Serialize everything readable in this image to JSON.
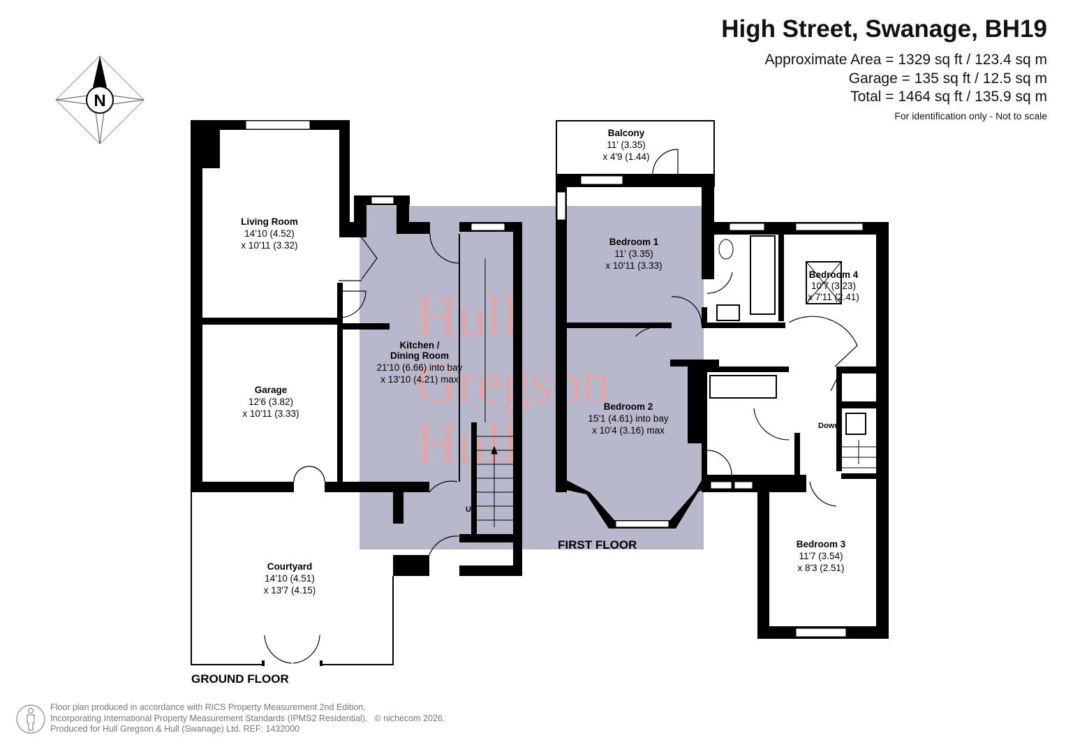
{
  "header": {
    "title": "High Street, Swanage, BH19",
    "approximate_area": "Approximate Area = 1329 sq ft / 123.4 sq m",
    "garage_area": "Garage = 135 sq ft / 12.5 sq m",
    "total_area": "Total = 1464 sq ft / 135.9 sq m",
    "note": "For identification only - Not to scale"
  },
  "compass": {
    "label": "N",
    "icon": "compass-north-icon"
  },
  "watermark": {
    "lines": [
      "Hull",
      "Gregson",
      "Hull"
    ],
    "color": "#e8a0a0"
  },
  "colors": {
    "shading": "#b8b8cc",
    "walls": "#000000"
  },
  "ground_floor": {
    "label": "GROUND FLOOR",
    "stairs_label": "Up",
    "rooms": [
      {
        "name": "Living Room",
        "dim1": "14'10 (4.52)",
        "dim2": "x 10'11 (3.32)"
      },
      {
        "name": "Garage",
        "dim1": "12'6 (3.82)",
        "dim2": "x 10'11 (3.33)"
      },
      {
        "name": "Kitchen /",
        "name2": "Dining Room",
        "dim1": "21'10 (6.66) into bay",
        "dim2": "x 13'10 (4.21) max"
      },
      {
        "name": "Courtyard",
        "dim1": "14'10 (4.51)",
        "dim2": "x 13'7 (4.15)"
      }
    ]
  },
  "first_floor": {
    "label": "FIRST FLOOR",
    "stairs_label": "Down",
    "rooms": [
      {
        "name": "Balcony",
        "dim1": "11' (3.35)",
        "dim2": "x 4'9 (1.44)"
      },
      {
        "name": "Bedroom 1",
        "dim1": "11' (3.35)",
        "dim2": "x 10'11 (3.33)"
      },
      {
        "name": "Bedroom 4",
        "dim1": "10'7 (3.23)",
        "dim2": "x 7'11 (2.41)"
      },
      {
        "name": "Bedroom 2",
        "dim1": "15'1 (4.61) into bay",
        "dim2": "x 10'4 (3.16) max"
      },
      {
        "name": "Bedroom 3",
        "dim1": "11'7 (3.54)",
        "dim2": "x 8'3 (2.51)"
      }
    ]
  },
  "footer": {
    "line1": "Floor plan produced in accordance with RICS Property Measurement 2nd Edition,",
    "line2": "Incorporating International Property Measurement Standards (IPMS2 Residential).",
    "copyright": "© nichecom 2026.",
    "line3": "Produced for Hull Gregson & Hull (Swanage) Ltd.   REF:  1432000",
    "icon": "person-icon"
  }
}
